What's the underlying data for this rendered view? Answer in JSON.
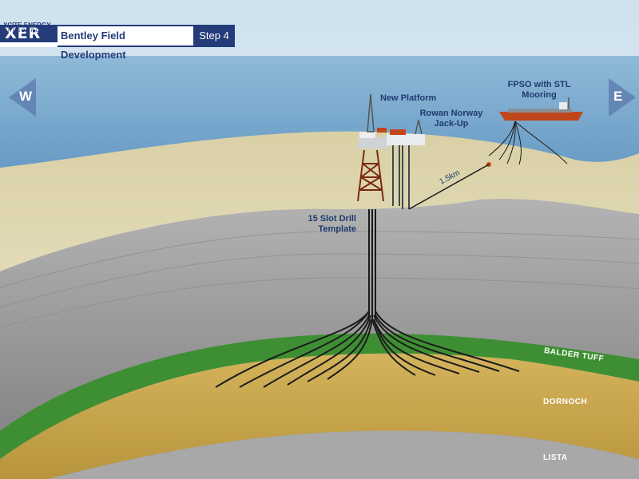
{
  "header": {
    "logo": "XER",
    "company_line1": "XCITE ENERGY",
    "company_line2": "RESOURCES",
    "title": "Bentley Field Development",
    "step": "Step 4"
  },
  "navigation": {
    "west": "W",
    "east": "E"
  },
  "labels": {
    "new_platform": "New Platform",
    "rowan_line1": "Rowan Norway",
    "rowan_line2": "Jack-Up",
    "fpso_line1": "FPSO with STL",
    "fpso_line2": "Mooring",
    "drill_line1": "15 Slot Drill",
    "drill_line2": "Template",
    "distance": "1.5km"
  },
  "strata": {
    "balder": "BALDER TUFF",
    "dornoch": "DORNOCH",
    "lista": "LISTA"
  },
  "colors": {
    "brand_navy": "#243c7a",
    "label_blue": "#1f3a6e",
    "sea": "#7eaed1",
    "seabed_sand": "#e8e0bd",
    "rock_grey": "#9a9a9a",
    "balder_green": "#3e8f33",
    "dornoch_gold": "#c9a64c",
    "platform_orange": "#c1461b"
  }
}
